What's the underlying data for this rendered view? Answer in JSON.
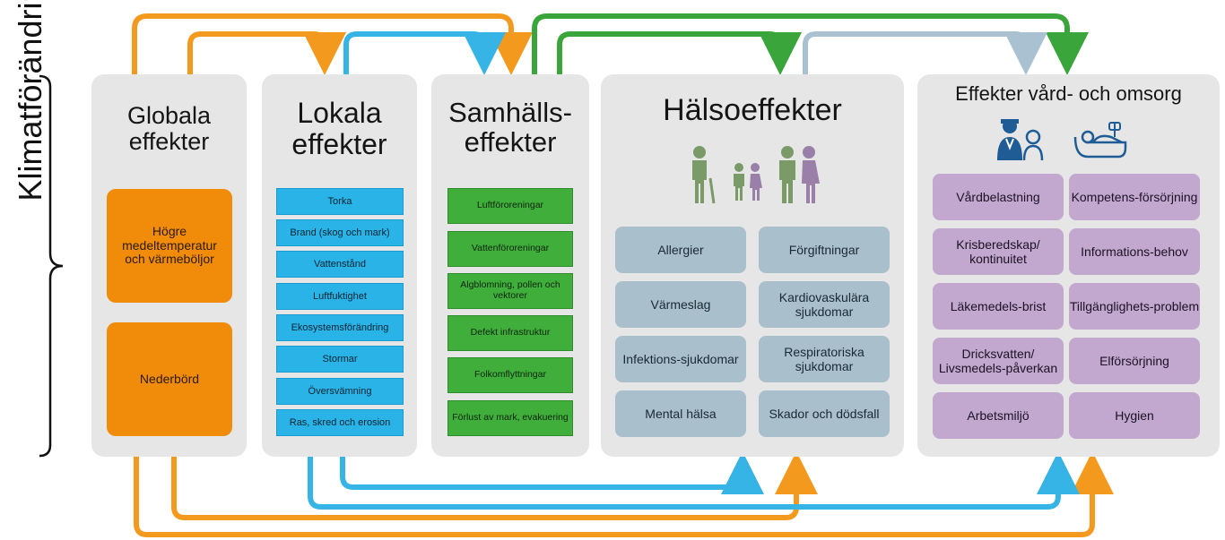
{
  "side_label": "Klimatförändring",
  "panels": {
    "globala": {
      "title": "Globala effekter",
      "items": [
        "Högre medeltemperatur och värmeböljor",
        "Nederbörd"
      ]
    },
    "lokala": {
      "title": "Lokala effekter",
      "items": [
        "Torka",
        "Brand (skog och mark)",
        "Vattenstånd",
        "Luftfuktighet",
        "Ekosystemsförändring",
        "Stormar",
        "Översvämning",
        "Ras, skred och erosion"
      ]
    },
    "samhalls": {
      "title": "Samhälls-effekter",
      "items": [
        "Luftföroreningar",
        "Vattenföroreningar",
        "Algblomning, pollen och vektorer",
        "Defekt infrastruktur",
        "Folkomflyttningar",
        "Förlust av mark, evakuering"
      ]
    },
    "halso": {
      "title": "Hälsoeffekter",
      "items": [
        "Allergier",
        "Förgiftningar",
        "Värmeslag",
        "Kardiovaskulära sjukdomar",
        "Infektions-sjukdomar",
        "Respiratoriska sjukdomar",
        "Mental hälsa",
        "Skador och dödsfall"
      ]
    },
    "vard": {
      "title": "Effekter vård- och omsorg",
      "items": [
        "Vårdbelastning",
        "Kompetens-försörjning",
        "Krisberedskap/ kontinuitet",
        "Informations-behov",
        "Läkemedels-brist",
        "Tillgänglighets-problem",
        "Dricksvatten/ Livsmedels-påverkan",
        "Elförsörjning",
        "Arbetsmiljö",
        "Hygien"
      ]
    }
  },
  "colors": {
    "orange": "#f08c0a",
    "blue": "#29b3e6",
    "green": "#3fae3a",
    "grey_blue": "#a9bfcc",
    "purple": "#c2a7cf",
    "panel_bg": "#e6e6e6",
    "arrow_orange": "#f39a1e",
    "arrow_blue": "#36b4e5",
    "arrow_green": "#3aa53a",
    "arrow_lightblue": "#a9c1d0",
    "people_green": "#7a9a68",
    "people_purple": "#9a7fa8"
  },
  "icons": [
    "curly-brace-icon",
    "people-icon",
    "doctor-patient-icon",
    "hospital-bed-icon"
  ]
}
